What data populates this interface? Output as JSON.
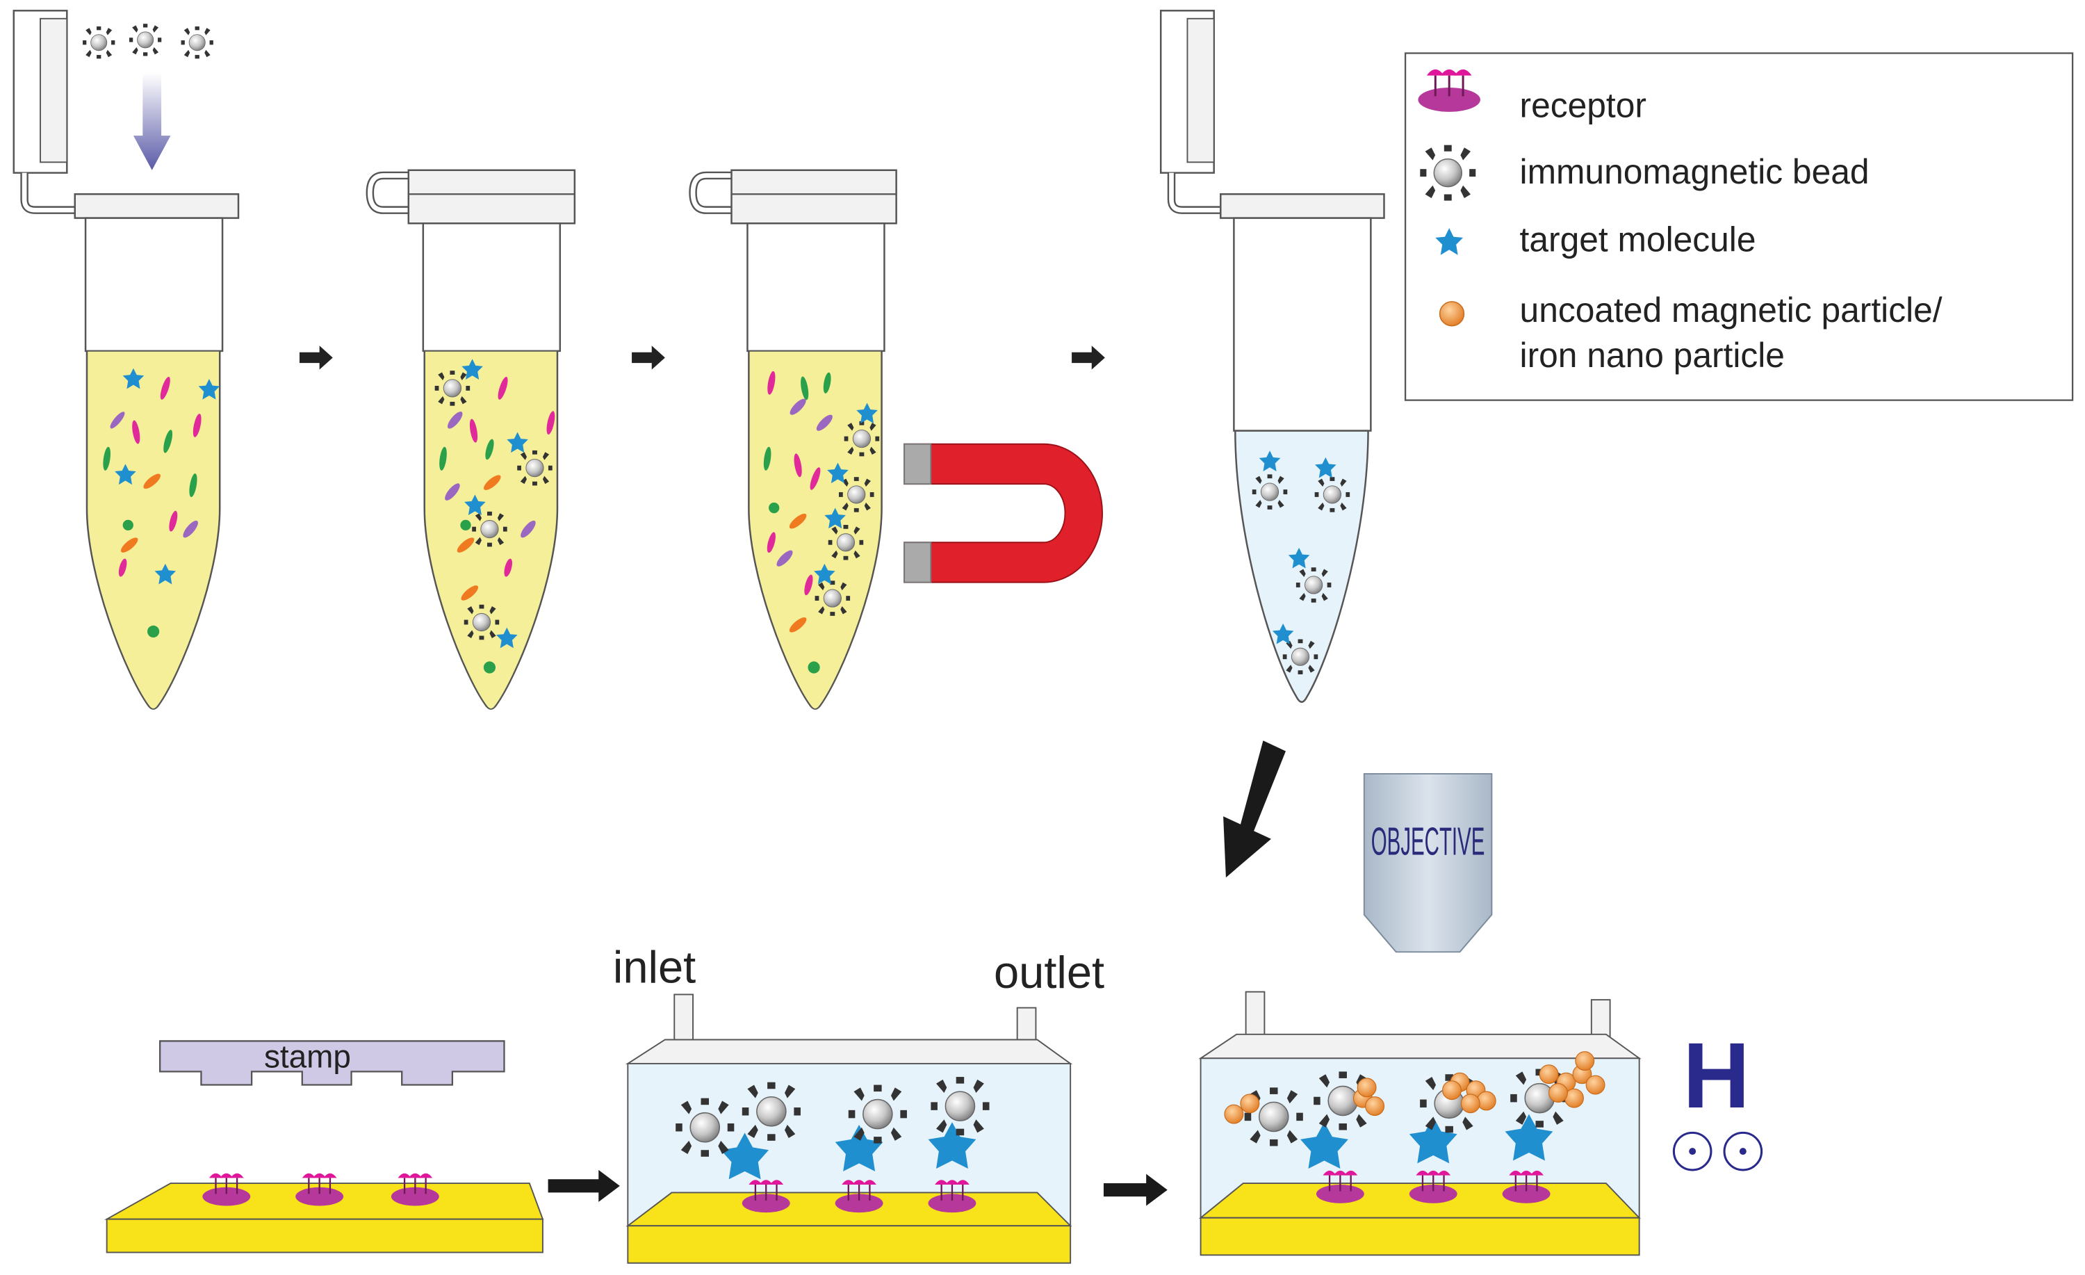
{
  "legend": {
    "receptor": "receptor",
    "bead": "immunomagnetic bead",
    "target": "target molecule",
    "particle_line1": "uncoated magnetic particle/",
    "particle_line2": "iron nano particle"
  },
  "labels": {
    "objective": "OBJECTIVE",
    "stamp": "stamp",
    "inlet": "inlet",
    "outlet": "outlet",
    "field_symbol": "H"
  },
  "colors": {
    "sample_fluid": "#f5ef9a",
    "clear_fluid": "#e6f3fb",
    "receptor": "#b5389a",
    "receptor_tips": "#e0179a",
    "target": "#1f8fd0",
    "bead": "#c9c9c9",
    "particle": "#f0953e",
    "magnet": "#e0202a",
    "substrate": "#f8e21a",
    "stamp": "#cfc9e6",
    "objective": "#c3cfdc",
    "field": "#2a2a8c"
  }
}
